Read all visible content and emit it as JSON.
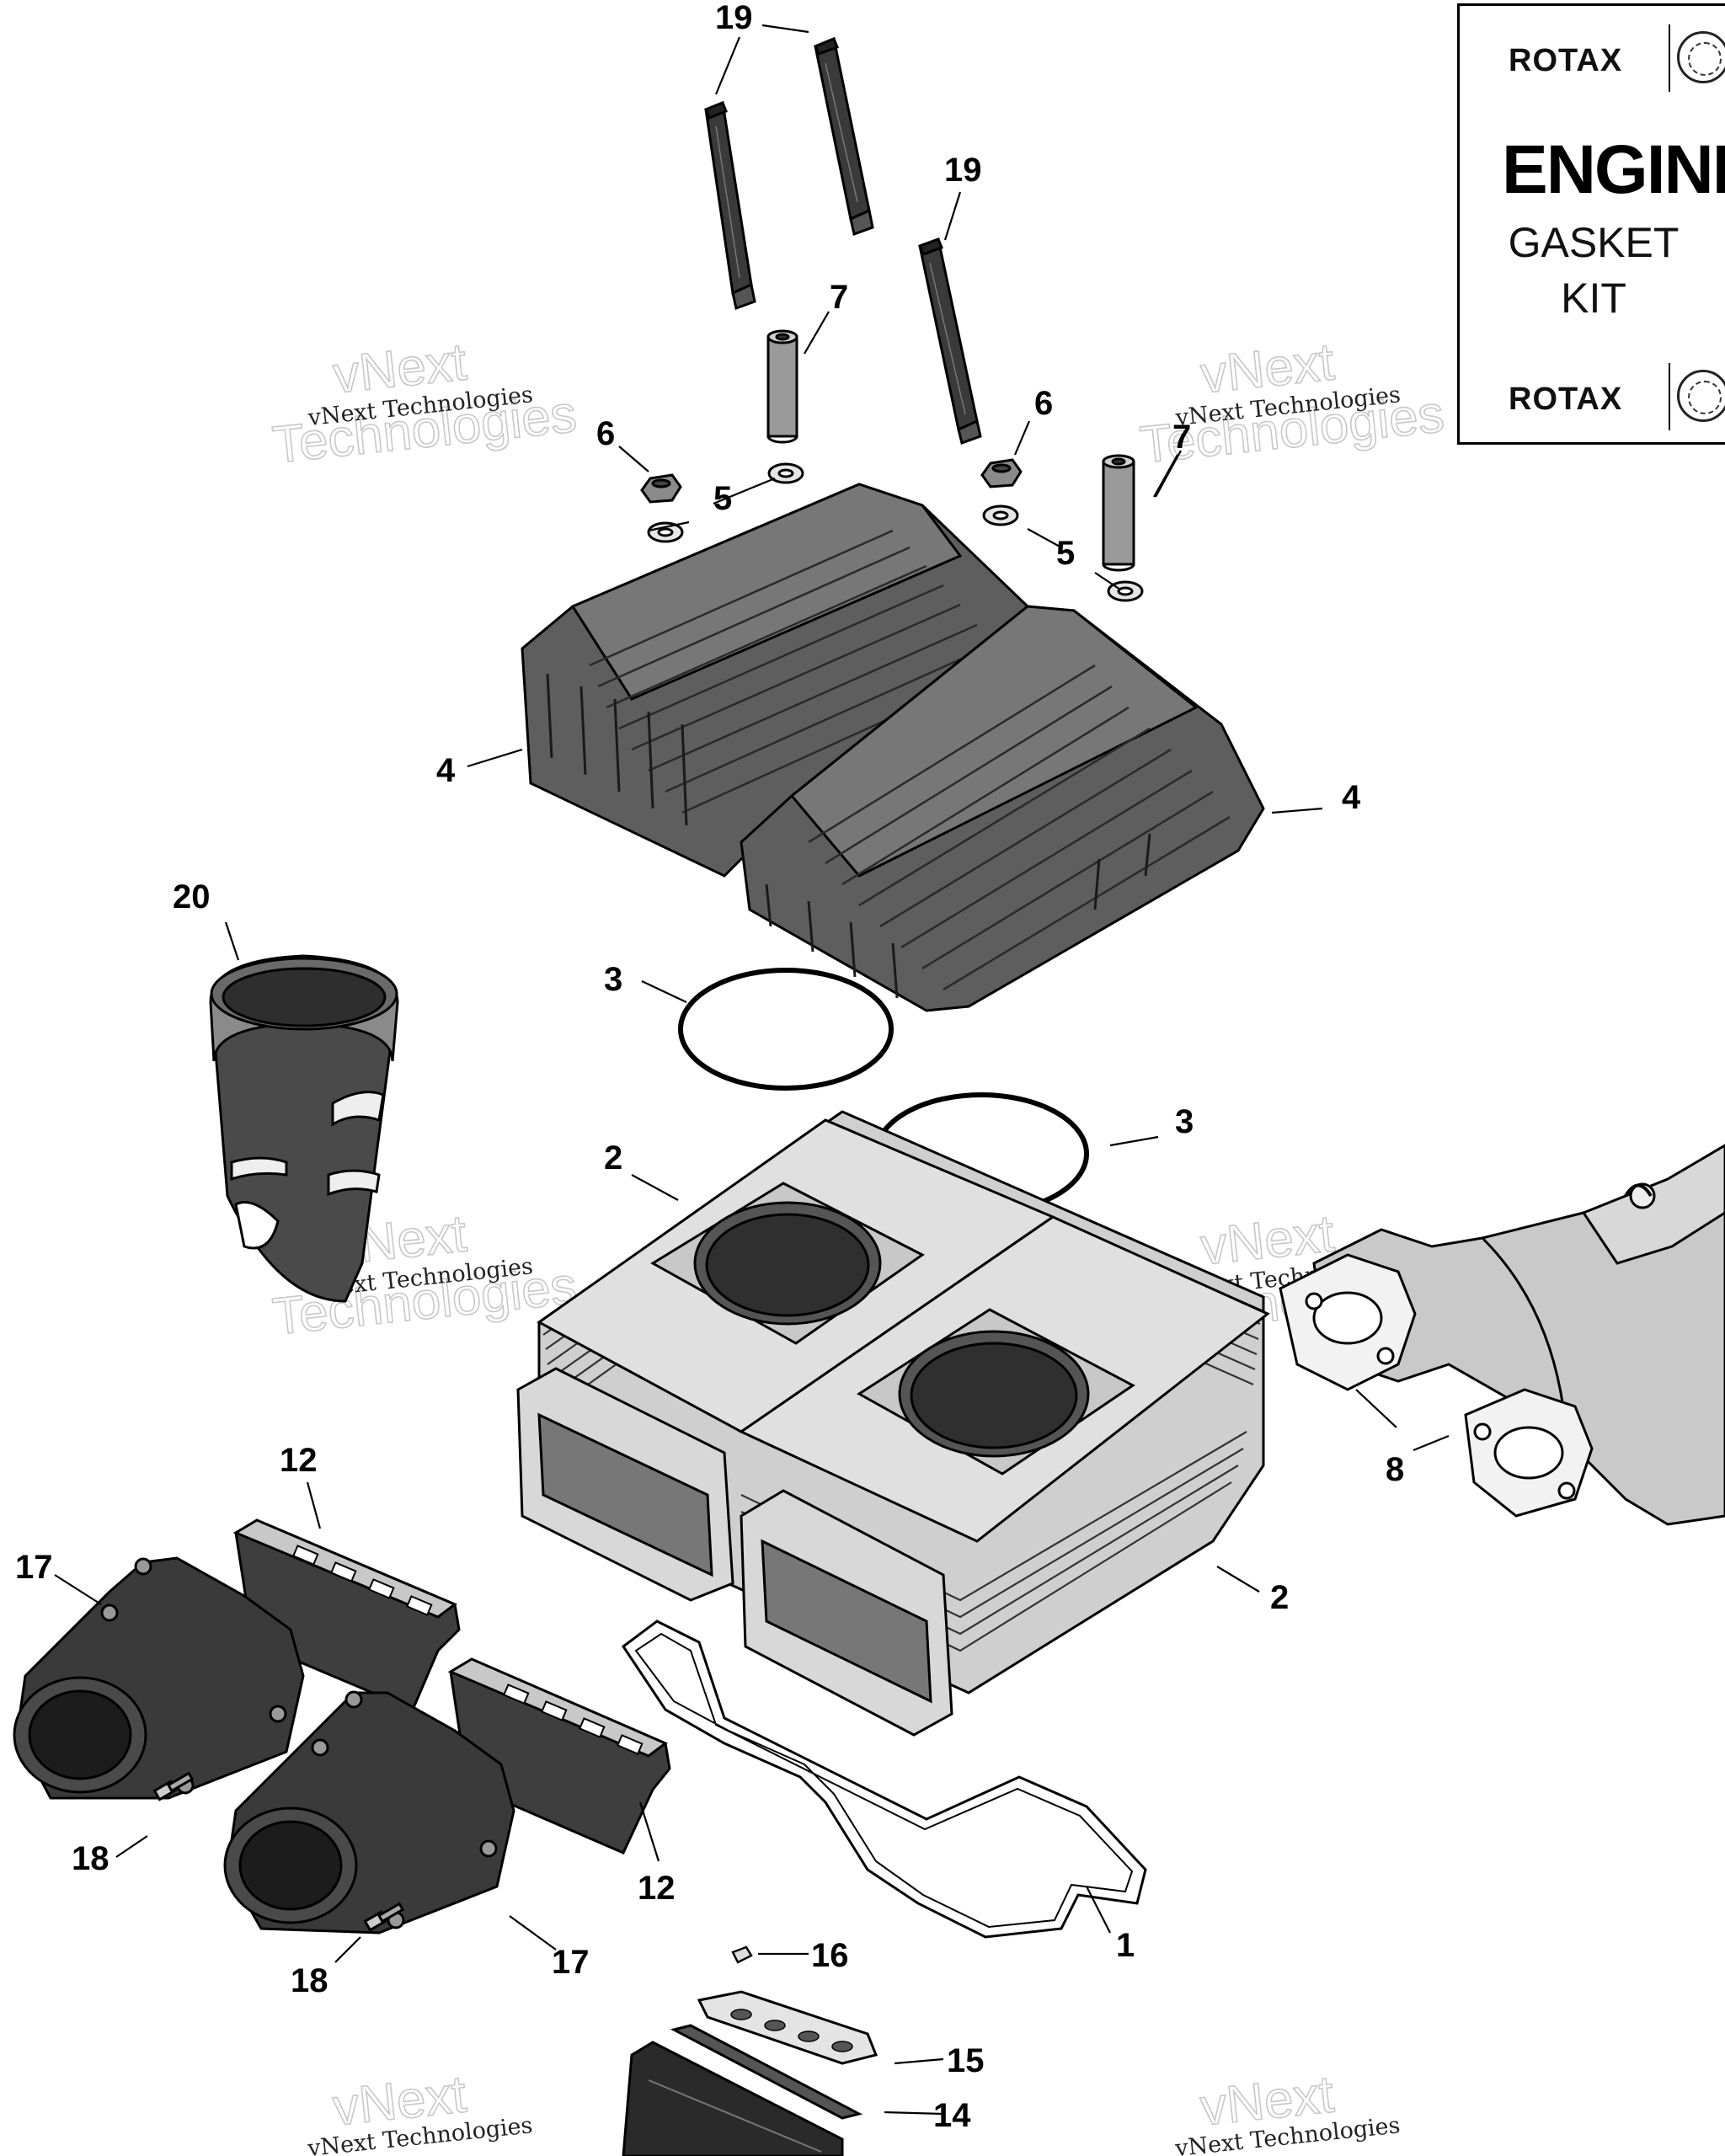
{
  "kit_box": {
    "brand_top": "ROTAX",
    "brand_bottom": "ROTAX",
    "logo_icon": "brp-logo-icon",
    "title": "ENGINE",
    "subtitle_line1": "GASKET",
    "subtitle_line2": "KIT"
  },
  "watermark": {
    "small": "vNext Technologies",
    "large_line1": "vNext",
    "large_line2": "Technologies"
  },
  "callouts": {
    "c1": "1",
    "c2a": "2",
    "c2b": "2",
    "c3a": "3",
    "c3b": "3",
    "c4a": "4",
    "c4b": "4",
    "c5a": "5",
    "c5b": "5",
    "c6a": "6",
    "c6b": "6",
    "c7a": "7",
    "c7b": "7",
    "c8": "8",
    "c12a": "12",
    "c12b": "12",
    "c14": "14",
    "c15": "15",
    "c16": "16",
    "c17a": "17",
    "c17b": "17",
    "c18a": "18",
    "c18b": "18",
    "c19a": "19",
    "c19b": "19",
    "c20": "20"
  }
}
